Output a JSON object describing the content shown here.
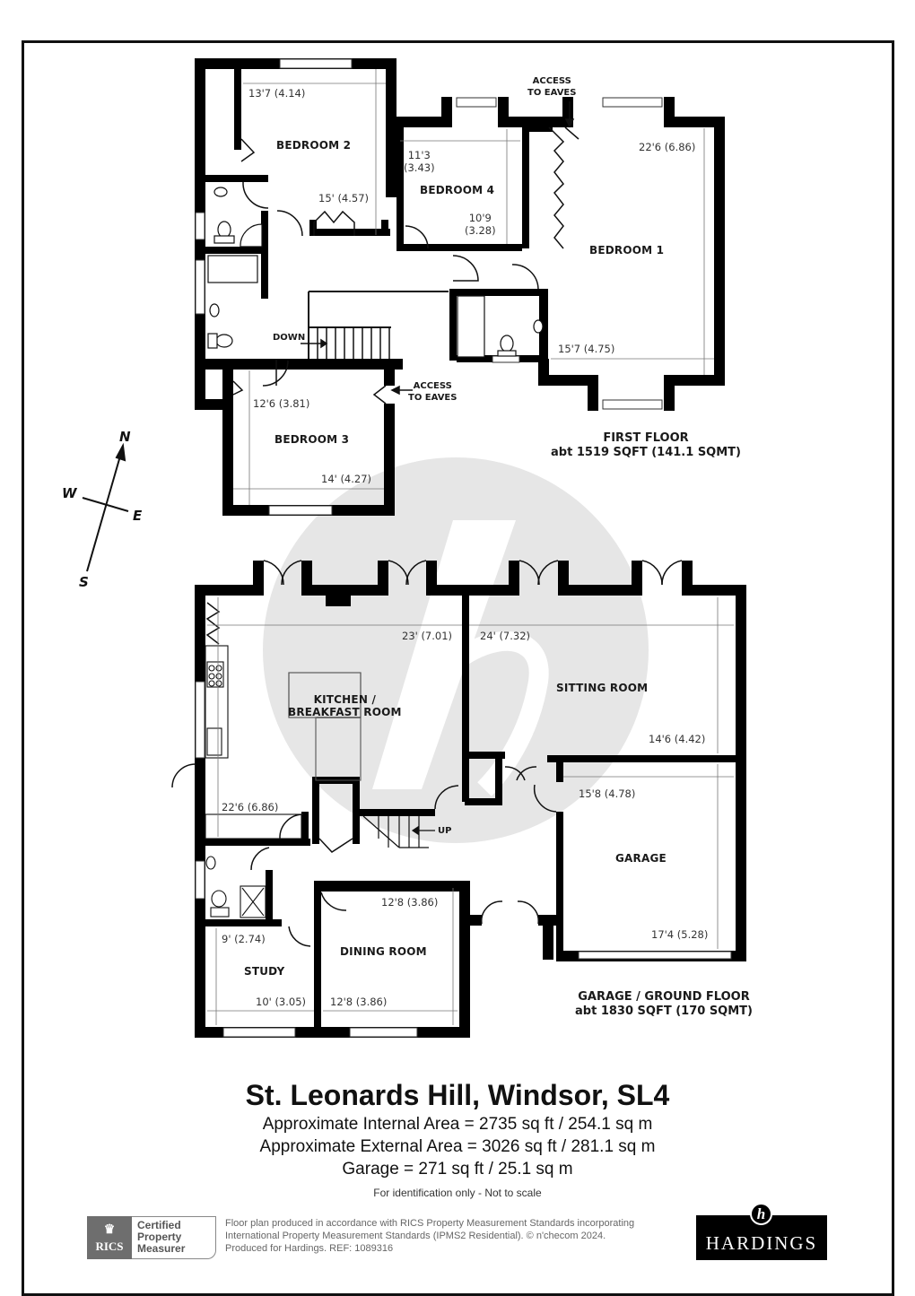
{
  "property": {
    "title": "St. Leonards Hill, Windsor, SL4",
    "internal_area": "Approximate Internal Area = 2735 sq ft / 254.1 sq m",
    "external_area": "Approximate External Area = 3026 sq ft / 281.1 sq m",
    "garage_area": "Garage = 271 sq ft / 25.1 sq m",
    "disclaimer": "For identification only - Not to scale"
  },
  "first_floor": {
    "name": "FIRST FLOOR",
    "area": "abt 1519 SQFT (141.1 SQMT)",
    "rooms": [
      {
        "name": "BEDROOM 1",
        "dims": [
          "22'6 (6.86)",
          "15'7 (4.75)"
        ]
      },
      {
        "name": "BEDROOM 2",
        "dims": [
          "13'7 (4.14)",
          "15' (4.57)"
        ]
      },
      {
        "name": "BEDROOM 3",
        "dims": [
          "12'6 (3.81)",
          "14' (4.27)"
        ]
      },
      {
        "name": "BEDROOM 4",
        "dims": [
          "11'3\n(3.43)",
          "10'9\n(3.28)"
        ]
      }
    ],
    "notes": {
      "access_eaves_top": "ACCESS\nTO EAVES",
      "access_eaves_mid": "ACCESS\nTO EAVES",
      "stairs": "DOWN"
    }
  },
  "ground_floor": {
    "name": "GARAGE / GROUND FLOOR",
    "area": "abt 1830 SQFT (170 SQMT)",
    "rooms": [
      {
        "name": "KITCHEN /\nBREAKFAST ROOM",
        "dims": [
          "23' (7.01)",
          "22'6 (6.86)"
        ]
      },
      {
        "name": "SITTING ROOM",
        "dims": [
          "24' (7.32)",
          "14'6 (4.42)"
        ]
      },
      {
        "name": "GARAGE",
        "dims": [
          "15'8 (4.78)",
          "17'4 (5.28)"
        ]
      },
      {
        "name": "DINING ROOM",
        "dims": [
          "12'8 (3.86)",
          "12'8 (3.86)"
        ]
      },
      {
        "name": "STUDY",
        "dims": [
          "9' (2.74)",
          "10' (3.05)"
        ]
      }
    ],
    "notes": {
      "stairs": "UP"
    }
  },
  "compass": {
    "n": "N",
    "s": "S",
    "e": "E",
    "w": "W"
  },
  "footer": {
    "rics_badge": {
      "mark": "RICS",
      "line1": "Certified",
      "line2": "Property",
      "line3": "Measurer"
    },
    "note_line1": "Floor plan produced in accordance with RICS Property Measurement Standards incorporating",
    "note_line2": "International Property Measurement Standards (IPMS2 Residential).   © n'checom 2024.",
    "note_line3": "Produced for Hardings.   REF:  1089316",
    "brand": "HARDINGS",
    "brand_mark": "h"
  },
  "colors": {
    "wall": "#000000",
    "watermark": "#e6e6e6",
    "dim_line": "#555555",
    "badge_grey": "#6e6e6e"
  }
}
